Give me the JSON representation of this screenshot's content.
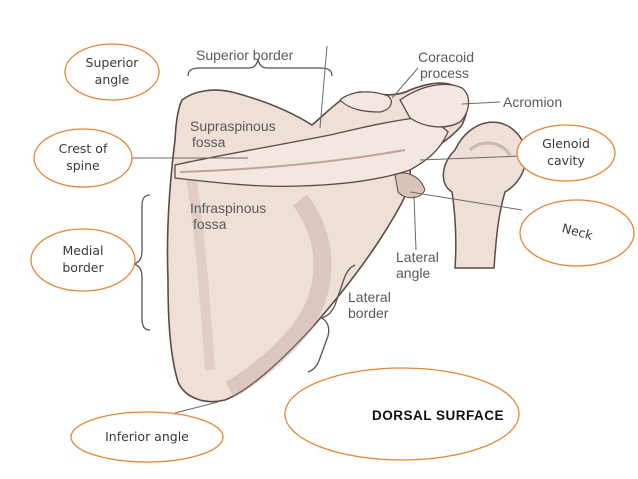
{
  "diagram": {
    "printed_labels": {
      "superior_border": "Superior border",
      "coracoid_line1": "Coracoid",
      "coracoid_line2": "process",
      "acromion": "Acromion",
      "supraspinous_line1": "Supraspinous",
      "supraspinous_line2": "fossa",
      "infraspinous_line1": "Infraspinous",
      "infraspinous_line2": "fossa",
      "lateral_angle_line1": "Lateral",
      "lateral_angle_line2": "angle",
      "lateral_border_line1": "Lateral",
      "lateral_border_line2": "border"
    },
    "callouts": {
      "superior_angle_line1": "Superior",
      "superior_angle_line2": "angle",
      "crest_line1": "Crest of",
      "crest_line2": "spine",
      "medial_line1": "Medial",
      "medial_line2": "border",
      "glenoid_line1": "Glenoid",
      "glenoid_line2": "cavity",
      "neck": "Neck",
      "inferior_angle": "Inferior angle",
      "dorsal_surface": "DORSAL SURFACE"
    },
    "colors": {
      "bone_fill": "#eedfd7",
      "bone_shade": "#b89b93",
      "bone_outline": "#5e4a44",
      "oval_stroke": "#e0883a",
      "label_gray": "#5a5a5a"
    }
  }
}
